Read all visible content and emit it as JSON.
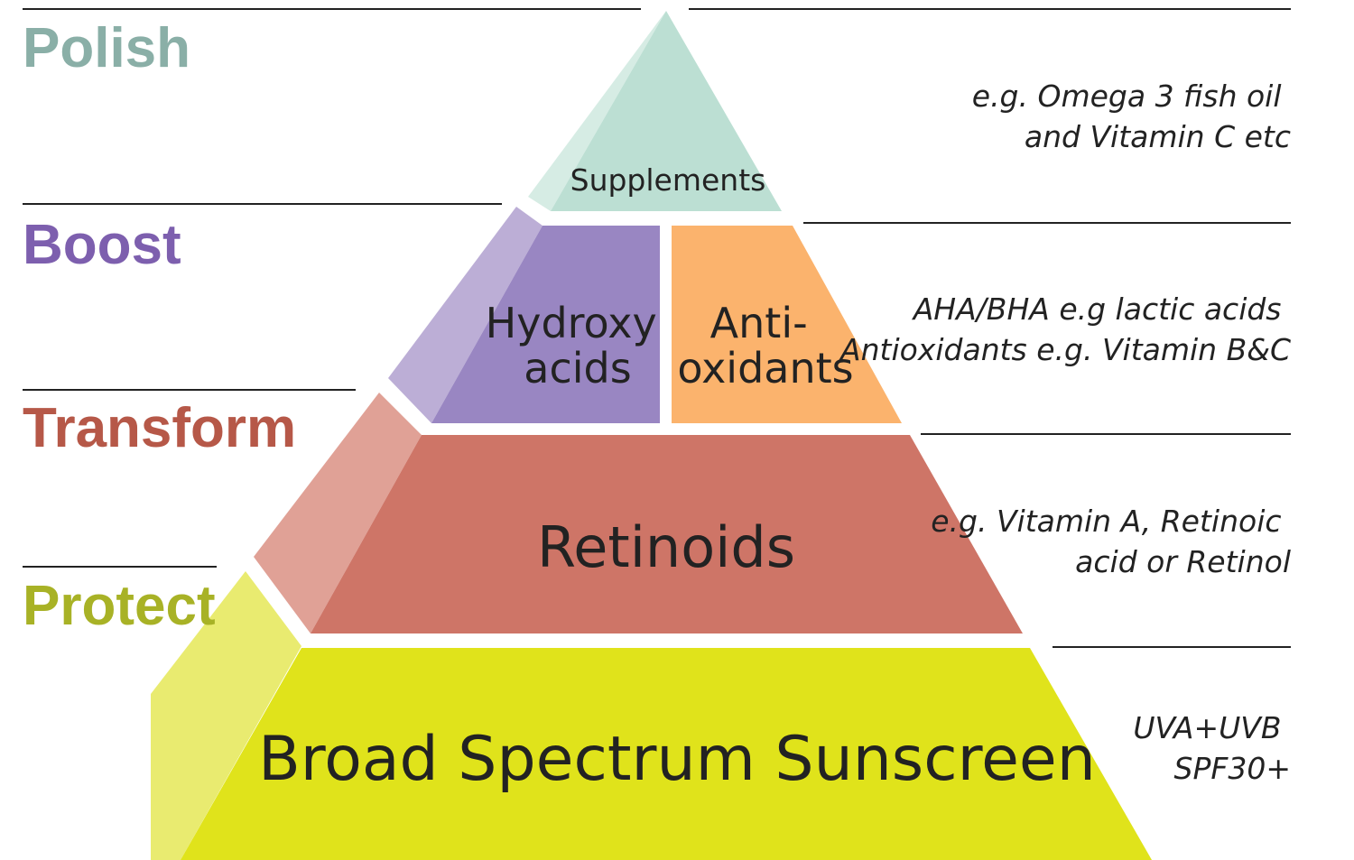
{
  "tiers": {
    "polish": {
      "name": "Polish",
      "color": "#8aafa7",
      "blocks": [
        {
          "label_lines": [
            "Supplements"
          ],
          "front_color": "#bcdfd3",
          "side_color": "#d6ece4"
        }
      ],
      "note_lines": [
        "e.g. Omega 3 fish oil",
        "and Vitamin C etc"
      ]
    },
    "boost": {
      "name": "Boost",
      "color": "#7d5fae",
      "blocks": [
        {
          "label_lines": [
            "Hydroxy",
            "acids"
          ],
          "front_color": "#9986c2",
          "side_color": "#bcaed6"
        },
        {
          "label_lines": [
            "Anti-",
            "oxidants"
          ],
          "front_color": "#fbb36d",
          "side_color": "#fbb36d"
        }
      ],
      "note_lines": [
        "AHA/BHA e.g lactic acids",
        "Antioxidants e.g. Vitamin B&C"
      ]
    },
    "transform": {
      "name": "Transform",
      "color": "#b65848",
      "blocks": [
        {
          "label_lines": [
            "Retinoids"
          ],
          "front_color": "#ce7567",
          "side_color": "#e0a196"
        }
      ],
      "note_lines": [
        "e.g. Vitamin A, Retinoic",
        "acid or Retinol"
      ]
    },
    "protect": {
      "name": "Protect",
      "color": "#a8b226",
      "blocks": [
        {
          "label_lines": [
            "Broad Spectrum Sunscreen"
          ],
          "front_color": "#e0e31b",
          "side_color": "#e9eb70"
        }
      ],
      "note_lines": [
        "UVA+UVB",
        "SPF30+"
      ]
    }
  },
  "divider_color": "#222222"
}
